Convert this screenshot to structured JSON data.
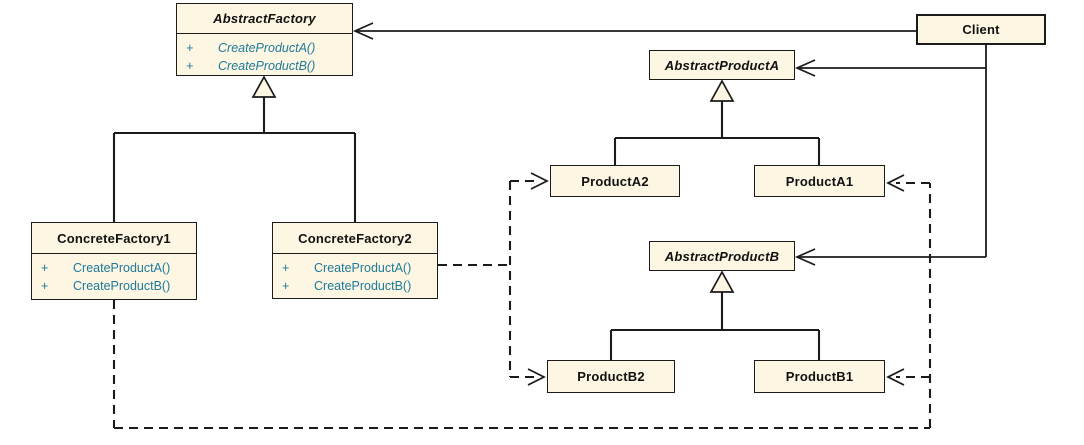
{
  "diagram_title": "",
  "colors": {
    "box_fill": "#FCF6E3",
    "border": "#1B1B1B",
    "line": "#1B1B1B",
    "method_text": "#1F7A99",
    "background": "#FFFFFF"
  },
  "classes": {
    "abstract_factory": {
      "name": "AbstractFactory",
      "abstract": true,
      "methods": [
        {
          "vis": "+",
          "name": "CreateProductA()"
        },
        {
          "vis": "+",
          "name": "CreateProductB()"
        }
      ]
    },
    "client": {
      "name": "Client"
    },
    "abstract_product_a": {
      "name": "AbstractProductA",
      "abstract": true
    },
    "concrete_factory1": {
      "name": "ConcreteFactory1",
      "methods": [
        {
          "vis": "+",
          "name": "CreateProductA()"
        },
        {
          "vis": "+",
          "name": "CreateProductB()"
        }
      ]
    },
    "concrete_factory2": {
      "name": "ConcreteFactory2",
      "methods": [
        {
          "vis": "+",
          "name": "CreateProductA()"
        },
        {
          "vis": "+",
          "name": "CreateProductB()"
        }
      ]
    },
    "product_a2": {
      "name": "ProductA2"
    },
    "product_a1": {
      "name": "ProductA1"
    },
    "abstract_product_b": {
      "name": "AbstractProductB",
      "abstract": true
    },
    "product_b2": {
      "name": "ProductB2"
    },
    "product_b1": {
      "name": "ProductB1"
    }
  }
}
